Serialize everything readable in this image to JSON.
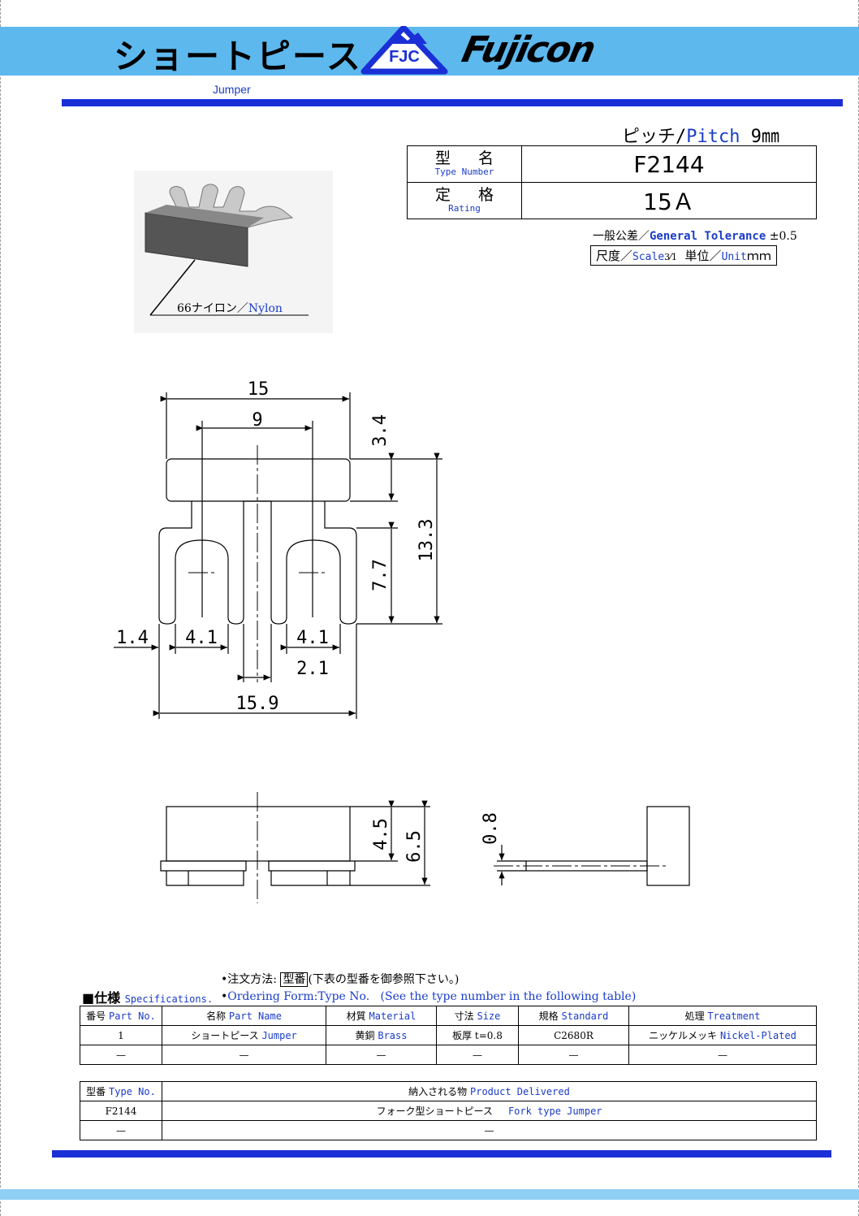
{
  "header": {
    "title_jp": "ショートピース",
    "logo_text": "FJC",
    "brand": "Fujicon",
    "subtitle": "Jumper"
  },
  "pitch": {
    "label_jp": "ピッチ/",
    "label_en": "Pitch",
    "value": " 9㎜"
  },
  "spec_table": {
    "type_label_jp": "型 名",
    "type_label_en": "Type Number",
    "type_value": "F2144",
    "rating_label_jp": "定 格",
    "rating_label_en": "Rating",
    "rating_value": "15Ａ"
  },
  "tolerance": {
    "jp": "一般公差／",
    "en": "General Tolerance",
    "value": "±0.5"
  },
  "scale": {
    "jp1": "尺度／",
    "en1": "Scale",
    "ratio": "3⁄1",
    "jp2": "単位／",
    "en2": "Unit",
    "unit": "ｍｍ"
  },
  "photo": {
    "caption_jp": "66ナイロン／",
    "caption_en": "Nylon"
  },
  "dimensions": {
    "d15": "15",
    "d9": "9",
    "d34": "3.4",
    "d133": "13.3",
    "d77": "7.7",
    "d14": "1.4",
    "d41a": "4.1",
    "d41b": "4.1",
    "d21": "2.1",
    "d159": "15.9",
    "d45": "4.5",
    "d65": "6.5",
    "d08": "0.8"
  },
  "ordering": {
    "line1_prefix": "•注文方法: ",
    "line1_box": "型番",
    "line1_suffix": "(下表の型番を御参照下さい。)",
    "line2_prefix": "•",
    "line2_en": "Ordering Form:Type No.",
    "line2_note": "(See the type number in the following table)"
  },
  "specifications": {
    "title_jp": "■仕様 ",
    "title_en": "Specifications.",
    "headers": [
      {
        "jp": "番号",
        "en": "Part No."
      },
      {
        "jp": "名称",
        "en": "Part Name"
      },
      {
        "jp": "材質",
        "en": "Material"
      },
      {
        "jp": "寸法",
        "en": "Size"
      },
      {
        "jp": "規格",
        "en": "Standard"
      },
      {
        "jp": "処理",
        "en": "Treatment"
      }
    ],
    "row1": {
      "no": "1",
      "name_jp": "ショートピース",
      "name_en": "Jumper",
      "mat_jp": "黄銅",
      "mat_en": "Brass",
      "size": "板厚 t=0.8",
      "std": "C2680R",
      "treat_jp": "ニッケルメッキ",
      "treat_en": "Nickel-Plated"
    },
    "dash": "—"
  },
  "delivered": {
    "header_jp": "型番",
    "header_en": "Type No.",
    "header2_jp": "納入される物",
    "header2_en": "Product Delivered",
    "row1_type": "F2144",
    "row1_jp": "フォーク型ショートピース",
    "row1_en": "Fork type Jumper",
    "dash": "—"
  }
}
